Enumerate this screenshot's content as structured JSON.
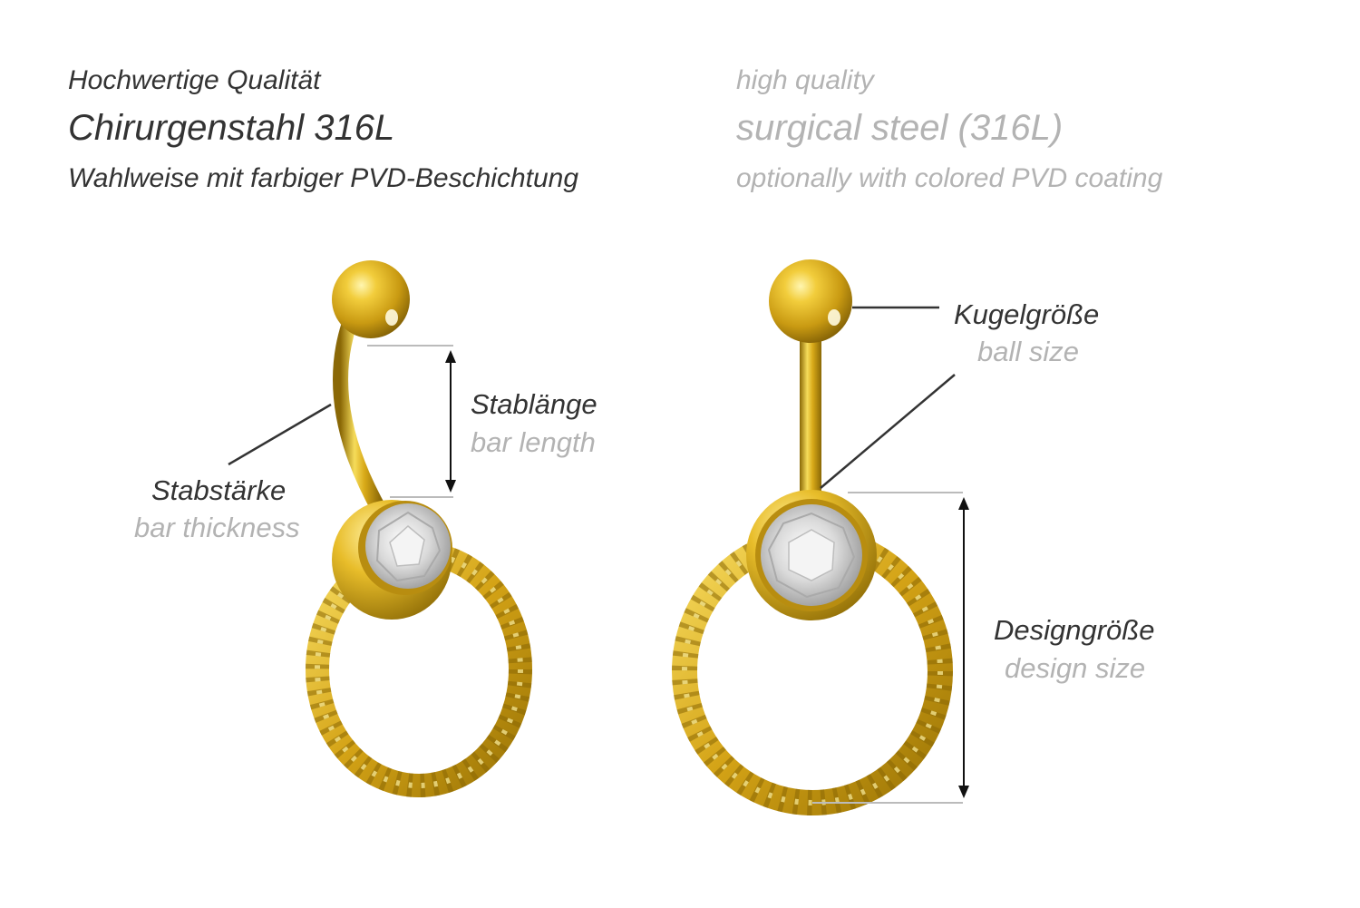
{
  "header": {
    "de": {
      "line1": "Hochwertige Qualität",
      "line2": "Chirurgenstahl 316L",
      "line3": "Wahlweise mit farbiger PVD-Beschichtung"
    },
    "en": {
      "line1": "high quality",
      "line2": "surgical steel (316L)",
      "line3": "optionally with colored PVD coating"
    }
  },
  "labels": {
    "bar_length": {
      "de": "Stablänge",
      "en": "bar length"
    },
    "bar_thickness": {
      "de": "Stabstärke",
      "en": "bar thickness"
    },
    "ball_size": {
      "de": "Kugelgröße",
      "en": "ball size"
    },
    "design_size": {
      "de": "Designgröße",
      "en": "design size"
    }
  },
  "colors": {
    "text_de": "#333333",
    "text_en": "#b3b3b3",
    "gold": "#e0b51f",
    "gold_dark": "#9a7406",
    "gold_light": "#fff2a0",
    "guide": "#bbbbbb",
    "pointer": "#333333"
  },
  "icons": [
    "curved-belly-piercing",
    "straight-belly-piercing"
  ]
}
